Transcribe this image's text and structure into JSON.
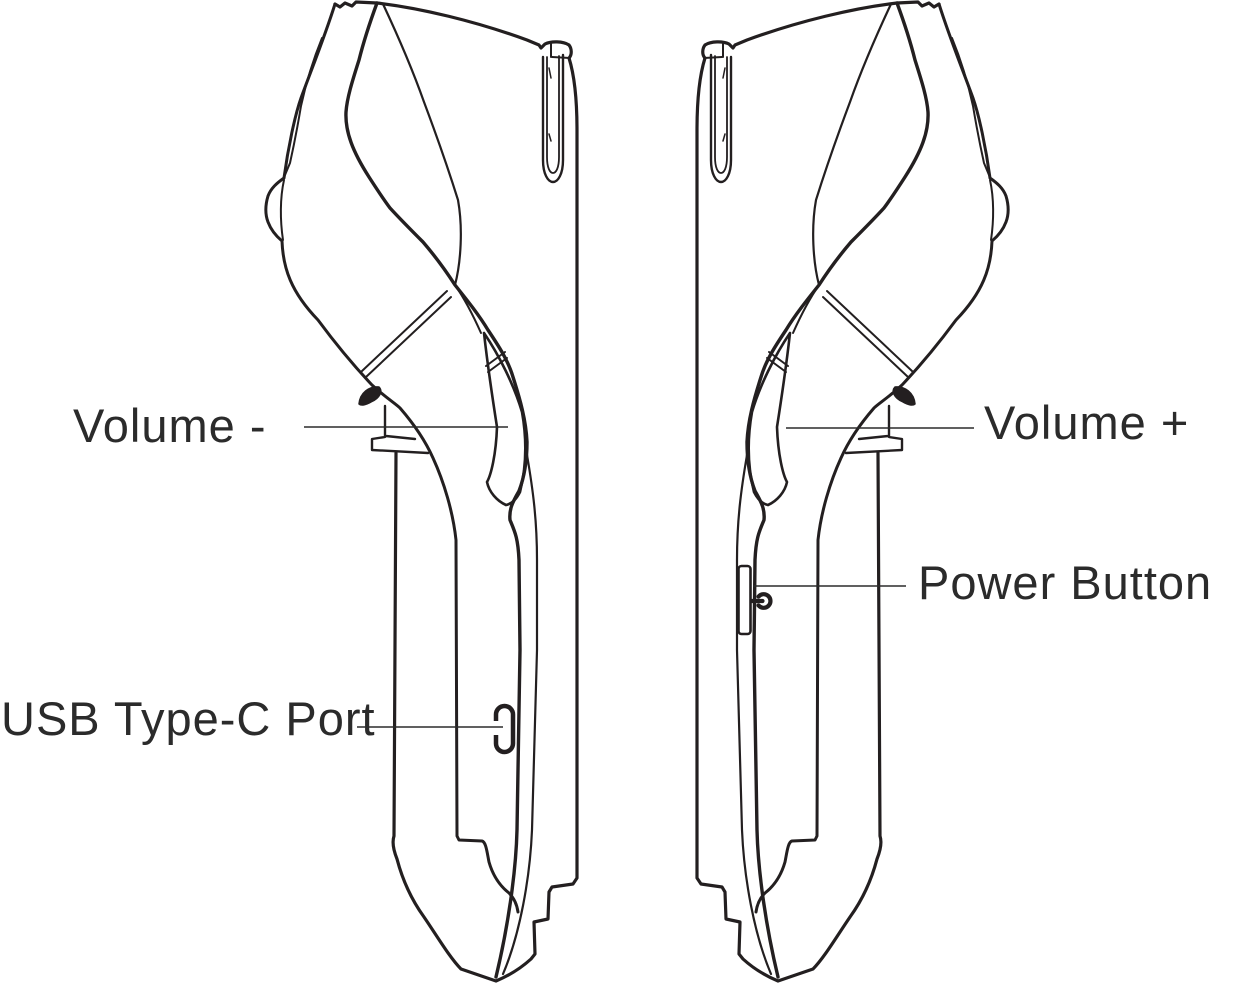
{
  "diagram": {
    "background_color": "#ffffff",
    "line_color": "#231f20",
    "label_color": "#2b2b2b",
    "labels": {
      "volume_minus": "Volume -",
      "volume_plus": "Volume +",
      "power_button": "Power Button",
      "usb_type_c_port": "USB Type-C Port"
    },
    "views": {
      "left": "device-left-side-view",
      "right": "device-right-side-view"
    },
    "icons": {
      "power_icon": "power-symbol-circle-with-line",
      "usb_port_icon": "usb-c-port-pill",
      "volume_down_icon": "volume-down-rocker",
      "volume_up_icon": "volume-up-rocker"
    }
  }
}
